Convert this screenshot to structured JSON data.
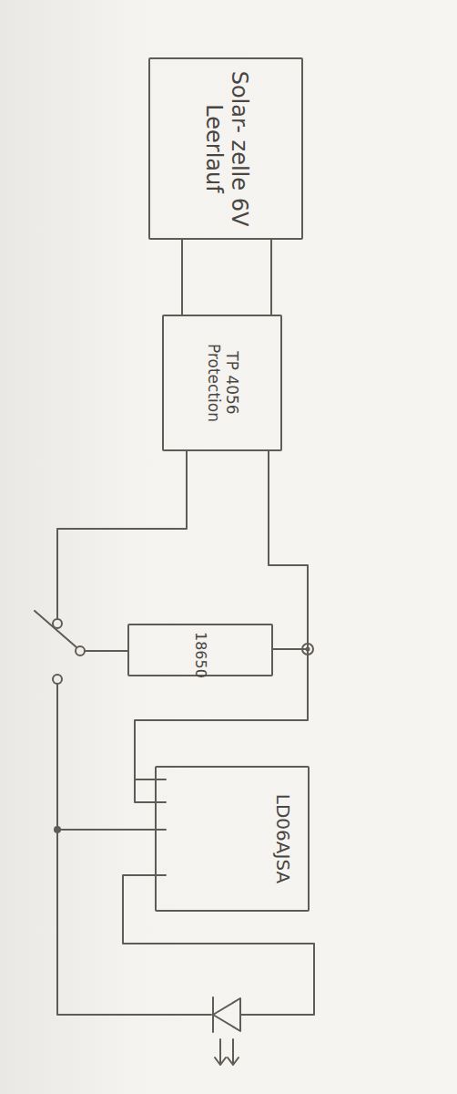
{
  "diagram": {
    "nodes": [
      {
        "text": [
          "Solar- zelle 6V Leerlauf"
        ]
      },
      {
        "text": [
          "TP 4056 Protection"
        ]
      },
      {
        "text": [
          "18650"
        ]
      },
      {
        "text": [
          "LD06AJSA"
        ]
      }
    ],
    "edges": [
      {
        "from": 0,
        "to": 1,
        "arrow": "none"
      },
      {
        "from": 1,
        "to": 2,
        "arrow": "none"
      },
      {
        "from": 2,
        "to": 3,
        "arrow": "none"
      }
    ]
  }
}
